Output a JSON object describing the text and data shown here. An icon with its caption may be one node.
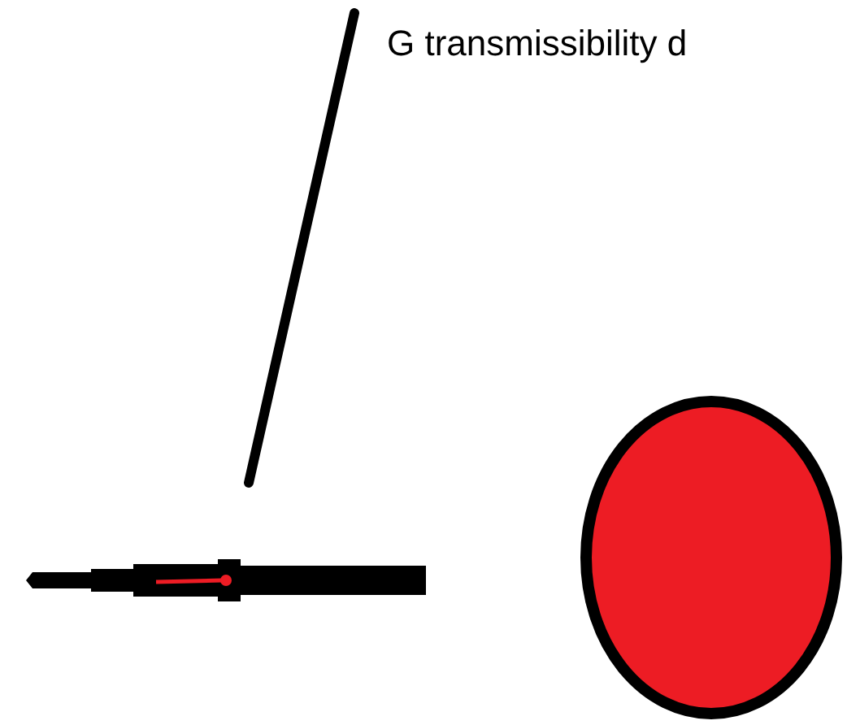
{
  "diagram": {
    "nodes": [
      {
        "text": [
          "G transmissibility d"
        ]
      },
      {
        "text": [],
        "shape": "bar"
      },
      {
        "text": [],
        "shape": "circle"
      }
    ],
    "edges": [
      {
        "from": 0,
        "to": 1,
        "arrow": "none"
      }
    ]
  }
}
